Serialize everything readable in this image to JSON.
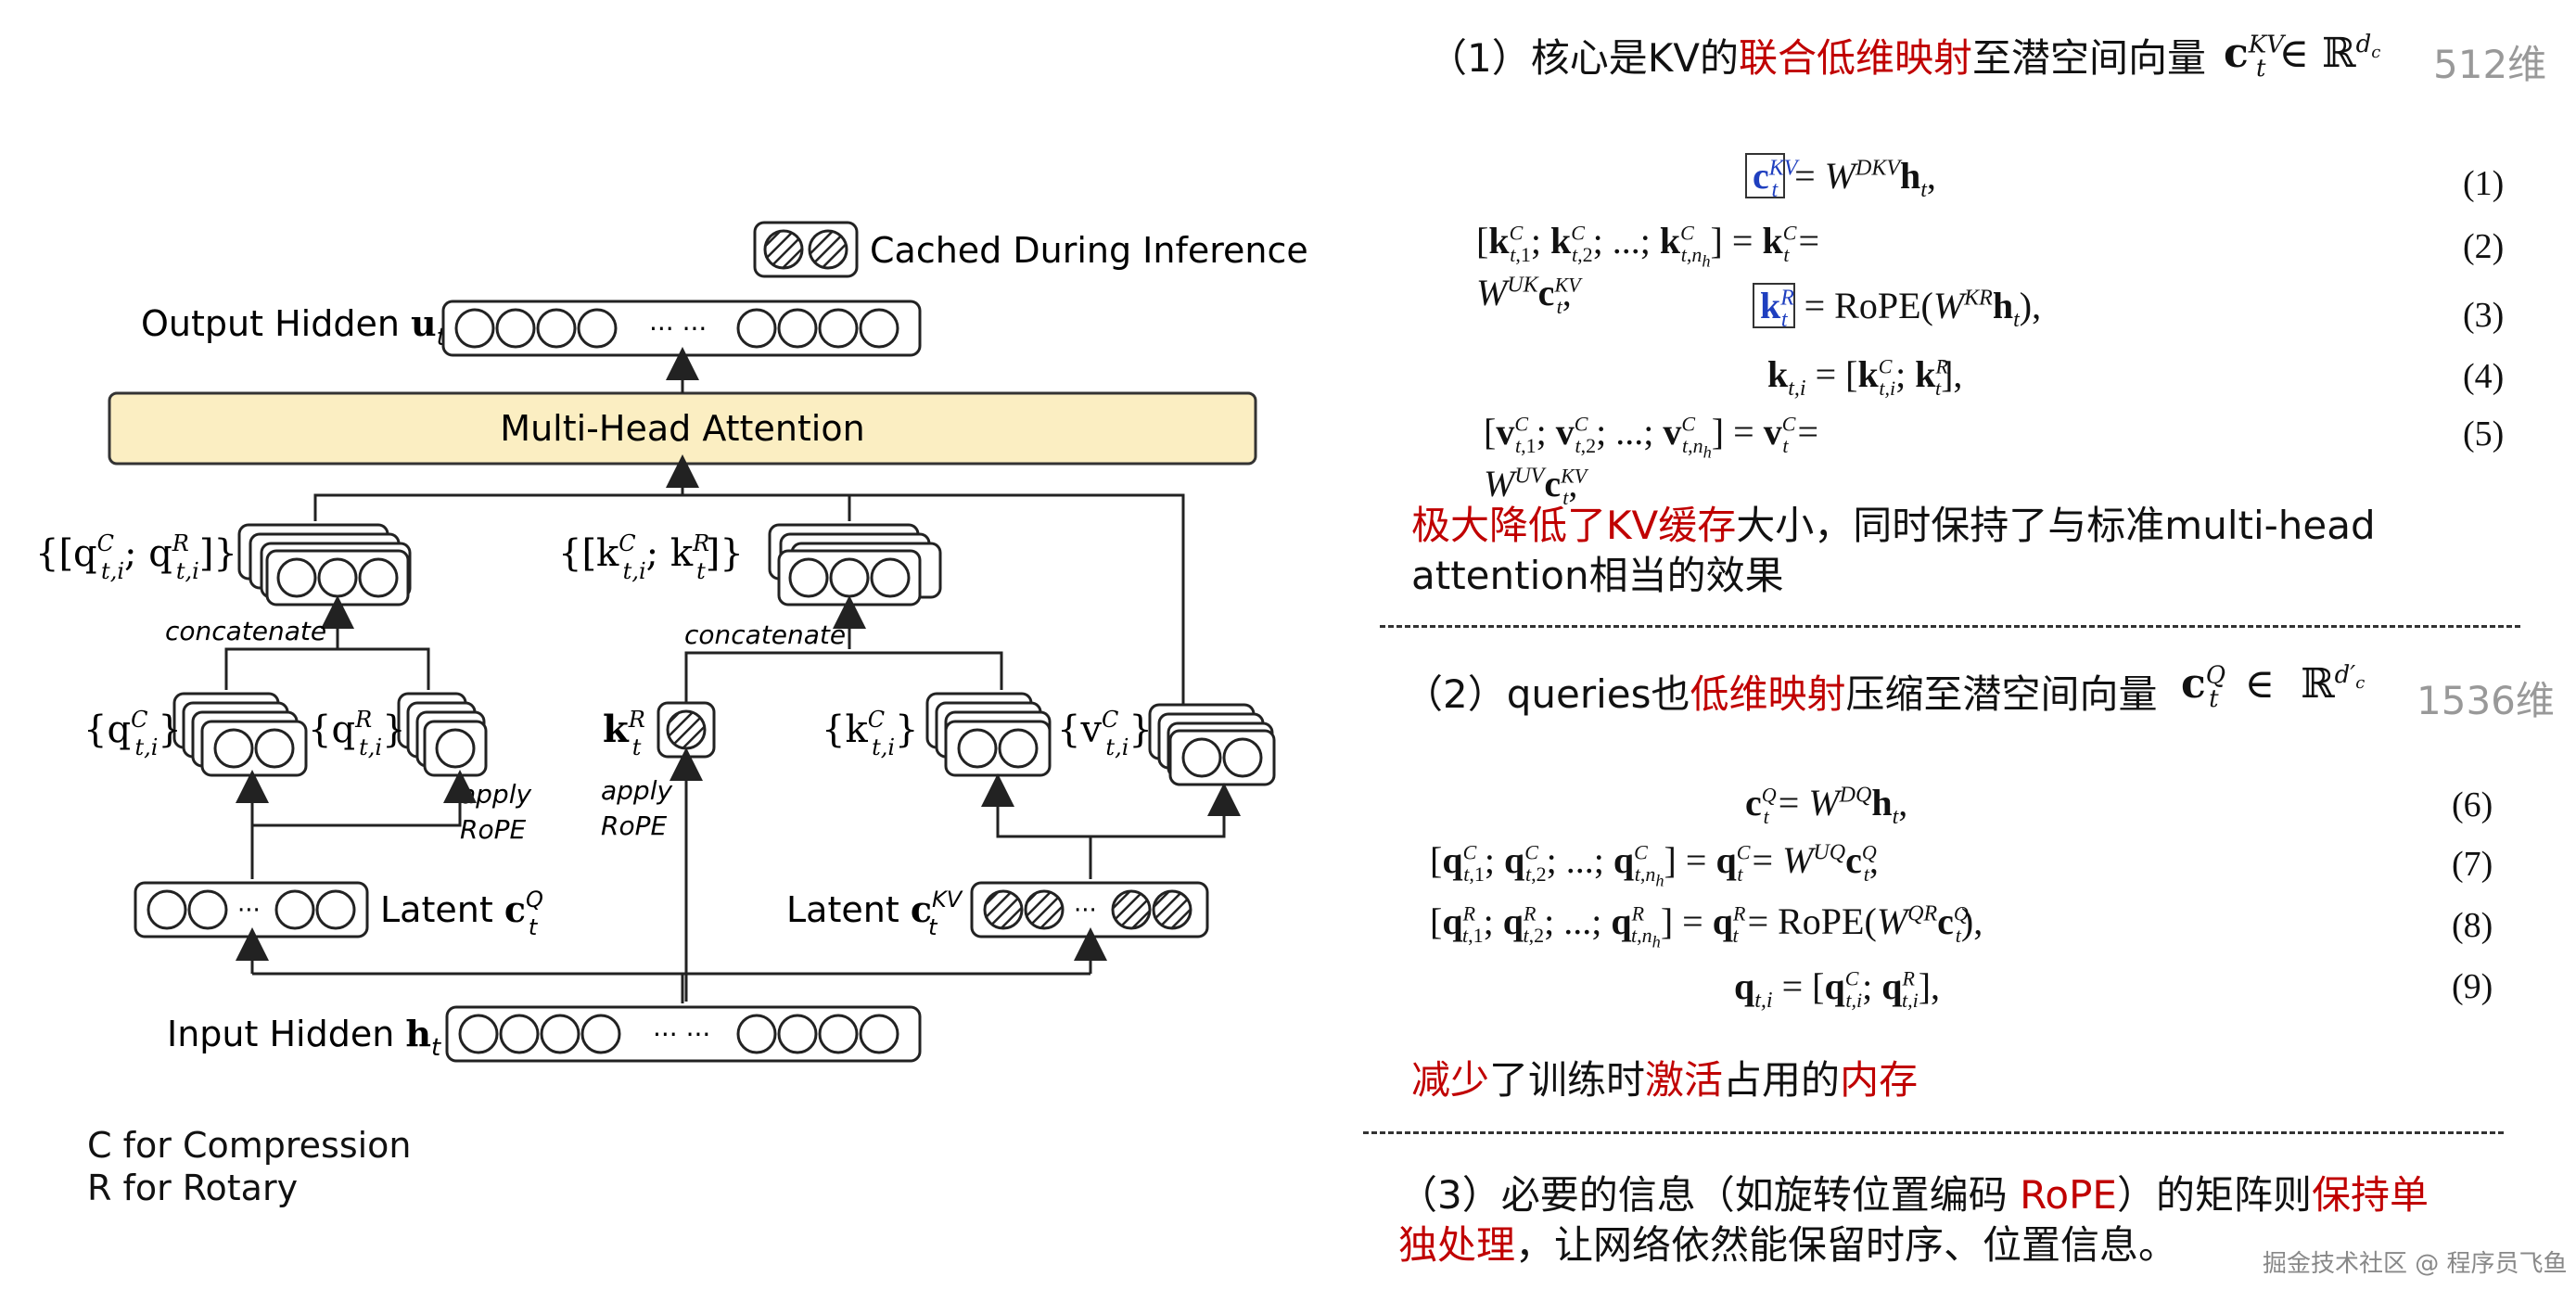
{
  "diagram": {
    "cached_label": "Cached During Inference",
    "output_hidden_label": "Output Hidden ",
    "output_hidden_sym": "u",
    "output_hidden_sub": "t",
    "mha_label": "Multi-Head Attention",
    "q_concat_label": "{[q",
    "k_concat_label": "{[k",
    "concatenate_label": "concatenate",
    "qC_label": "{q",
    "qR_label": "{q",
    "kR_label": "k",
    "kC_label": "{k",
    "vC_label": "{v",
    "apply_rope": "apply",
    "rope": "RoPE",
    "latent_q_label": "Latent ",
    "latent_kv_label": "Latent ",
    "input_hidden_label": "Input Hidden ",
    "input_hidden_sym": "h",
    "dots": "··· ···",
    "dots_short": "···"
  },
  "legend": {
    "line1": "C for Compression",
    "line2": "R for Rotary"
  },
  "section1": {
    "title_pre": "（1）核心是KV的",
    "title_red": "联合低维映射",
    "title_post": "至潜空间向量",
    "dim": "512维",
    "note_red1": "极大降低了KV缓存",
    "note_post1": "大小，同时保持了与标准multi-head",
    "note_line2": "attention相当的效果"
  },
  "section2": {
    "title_pre": "（2）queries也",
    "title_red": "低维映射",
    "title_post": "压缩至潜空间向量",
    "dim": "1536维",
    "note_red1": "减少",
    "note_mid": "了训练时",
    "note_red2": "激活",
    "note_mid2": "占用的",
    "note_red3": "内存"
  },
  "section3": {
    "line1_pre": "（3）必要的信息（如旋转位置编码 ",
    "line1_red": "RoPE",
    "line1_mid": "）的矩阵则",
    "line1_red2": "保持单",
    "line2_red": "独处理",
    "line2_post": "，让网络依然能保留时序、位置信息。"
  },
  "equations": {
    "n1": "(1)",
    "n2": "(2)",
    "n3": "(3)",
    "n4": "(4)",
    "n5": "(5)",
    "n6": "(6)",
    "n7": "(7)",
    "n8": "(8)",
    "n9": "(9)"
  },
  "watermark": "掘金技术社区 @ 程序员飞鱼"
}
